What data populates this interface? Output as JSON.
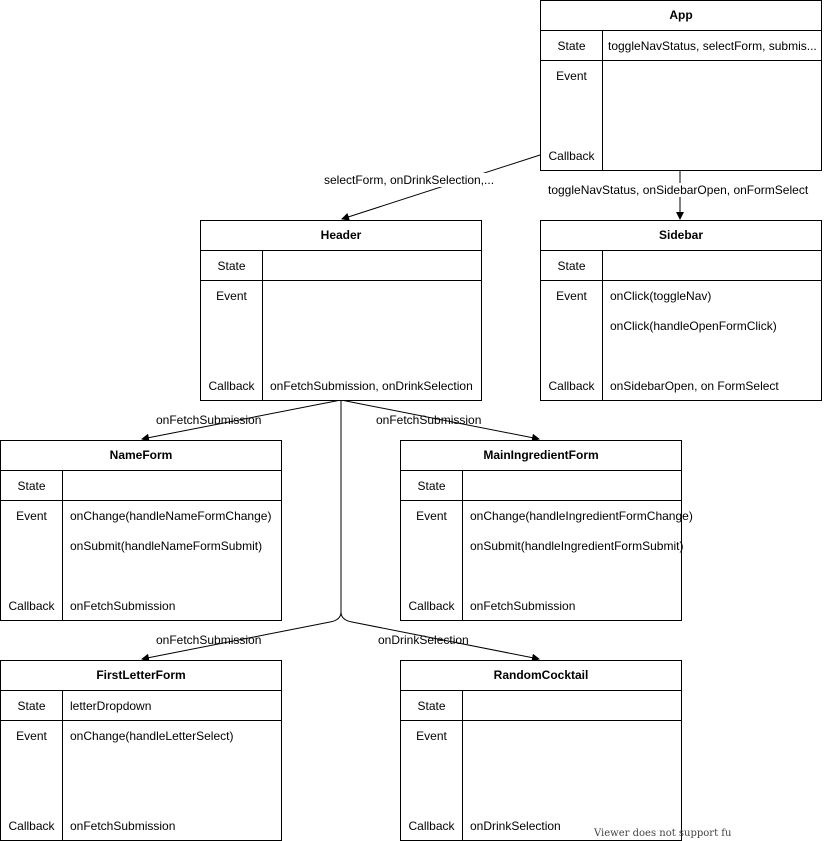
{
  "nodes": {
    "app": {
      "title": "App",
      "state_label": "State",
      "event_label": "Event",
      "callback_label": "Callback",
      "state": "toggleNavStatus, selectForm, submis...",
      "events": [],
      "callback": ""
    },
    "header": {
      "title": "Header",
      "state_label": "State",
      "event_label": "Event",
      "callback_label": "Callback",
      "state": "",
      "events": [],
      "callback": "onFetchSubmission, onDrinkSelection"
    },
    "sidebar": {
      "title": "Sidebar",
      "state_label": "State",
      "event_label": "Event",
      "callback_label": "Callback",
      "state": "",
      "events": [
        "onClick(toggleNav)",
        "onClick(handleOpenFormClick)"
      ],
      "callback": "onSidebarOpen, on FormSelect"
    },
    "nameform": {
      "title": "NameForm",
      "state_label": "State",
      "event_label": "Event",
      "callback_label": "Callback",
      "state": "",
      "events": [
        "onChange(handleNameFormChange)",
        "onSubmit(handleNameFormSubmit)"
      ],
      "callback": "onFetchSubmission"
    },
    "mainingredientform": {
      "title": "MainIngredientForm",
      "state_label": "State",
      "event_label": "Event",
      "callback_label": "Callback",
      "state": "",
      "events": [
        "onChange(handleIngredientFormChange)",
        "onSubmit(handleIngredientFormSubmit)"
      ],
      "callback": "onFetchSubmission"
    },
    "firstletterform": {
      "title": "FirstLetterForm",
      "state_label": "State",
      "event_label": "Event",
      "callback_label": "Callback",
      "state": "letterDropdown",
      "events": [
        "onChange(handleLetterSelect)"
      ],
      "callback": "onFetchSubmission"
    },
    "randomcocktail": {
      "title": "RandomCocktail",
      "state_label": "State",
      "event_label": "Event",
      "callback_label": "Callback",
      "state": "",
      "events": [],
      "callback": "onDrinkSelection"
    }
  },
  "edges": {
    "app_header": "selectForm, onDrinkSelection,...",
    "app_sidebar": "toggleNavStatus, onSidebarOpen, onFormSelect",
    "header_nameform": "onFetchSubmission",
    "header_mainingredientform": "onFetchSubmission",
    "header_firstletterform": "onFetchSubmission",
    "header_randomcocktail": "onDrinkSelection"
  },
  "watermark": "Viewer does not support fu"
}
